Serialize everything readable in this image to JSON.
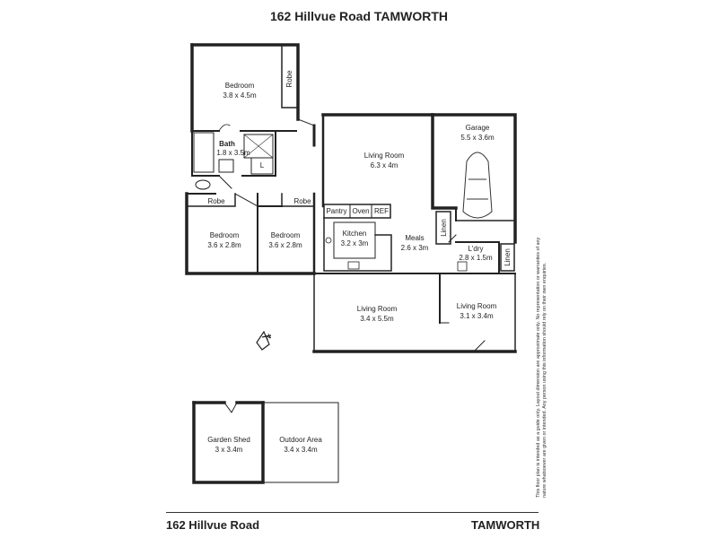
{
  "header": {
    "title": "162 Hillvue Road TAMWORTH"
  },
  "rooms": {
    "bedroom1": {
      "name": "Bedroom",
      "dims": "3.8 x 4.5m"
    },
    "robe1": {
      "name": "Robe"
    },
    "bath": {
      "name": "Bath",
      "dims": "1.8 x 3.5m",
      "toilet": "L"
    },
    "living1": {
      "name": "Living Room",
      "dims": "6.3 x 4m"
    },
    "garage": {
      "name": "Garage",
      "dims": "5.5 x 3.6m"
    },
    "robe2": {
      "name": "Robe"
    },
    "robe3": {
      "name": "Robe"
    },
    "bedroom2": {
      "name": "Bedroom",
      "dims": "3.6 x 2.8m"
    },
    "bedroom3": {
      "name": "Bedroom",
      "dims": "3.6 x 2.8m"
    },
    "pantry": {
      "name": "Pantry"
    },
    "oven": {
      "name": "Oven"
    },
    "ref": {
      "name": "REF"
    },
    "kitchen": {
      "name": "Kitchen",
      "dims": "3.2 x 3m"
    },
    "meals": {
      "name": "Meals",
      "dims": "2.6 x 3m"
    },
    "linen1": {
      "name": "Linen"
    },
    "laundry": {
      "name": "L'dry",
      "dims": "2.8 x 1.5m"
    },
    "linen2": {
      "name": "Linen"
    },
    "living2": {
      "name": "Living Room",
      "dims": "3.4 x 5.5m"
    },
    "living3": {
      "name": "Living Room",
      "dims": "3.1 x 3.4m"
    },
    "shed": {
      "name": "Garden Shed",
      "dims": "3 x 3.4m"
    },
    "outdoor": {
      "name": "Outdoor Area",
      "dims": "3.4 x 3.4m"
    }
  },
  "compass": {
    "label": "N"
  },
  "disclaimer": "This floor plan is intended as a guide only. Layout dimension are approximate only. No representation or warranties of any nature whatsoever are given or intended. Any person using this information should rely on their own enquiries.",
  "footer": {
    "left": "162 Hillvue Road",
    "right": "TAMWORTH"
  }
}
